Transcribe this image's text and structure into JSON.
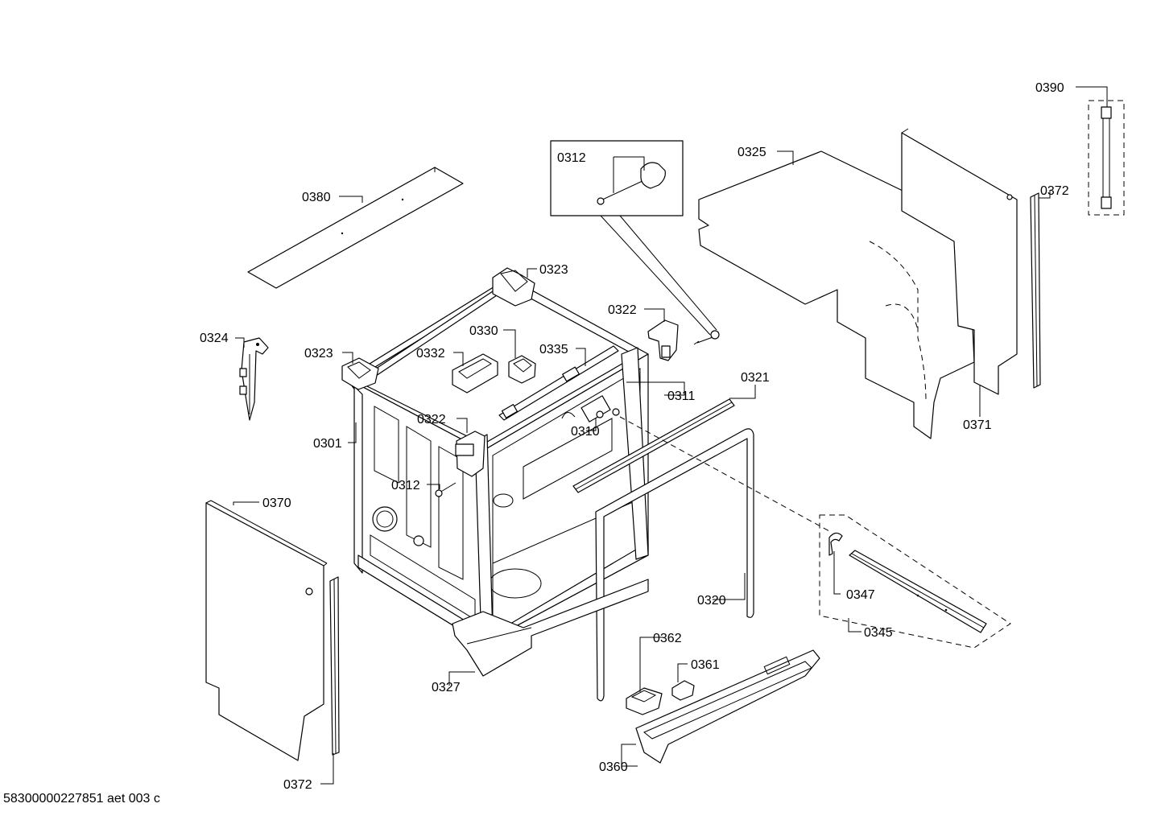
{
  "labels": {
    "p0390": "0390",
    "p0312_inset": "0312",
    "p0325": "0325",
    "p0372_right": "0372",
    "p0380": "0380",
    "p0323_top": "0323",
    "p0322_top": "0322",
    "p0324": "0324",
    "p0323_left": "0323",
    "p0330": "0330",
    "p0332": "0332",
    "p0335": "0335",
    "p0321": "0321",
    "p0311": "0311",
    "p0371": "0371",
    "p0301": "0301",
    "p0322_mid": "0322",
    "p0310": "0310",
    "p0312_mid": "0312",
    "p0370": "0370",
    "p0347": "0347",
    "p0320": "0320",
    "p0345": "0345",
    "p0362": "0362",
    "p0361": "0361",
    "p0327": "0327",
    "p0360": "0360",
    "p0372_bottom": "0372"
  },
  "footer": {
    "code": "58300000227851 aet 003 c"
  }
}
